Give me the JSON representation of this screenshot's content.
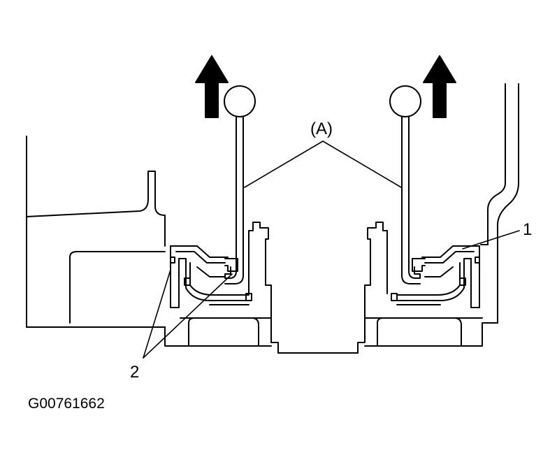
{
  "diagram": {
    "labels": {
      "tool": "(A)",
      "part_1": "1",
      "part_2": "2"
    },
    "figure_id": "G00761662"
  },
  "colors": {
    "ink": "#000000",
    "background": "#ffffff"
  }
}
